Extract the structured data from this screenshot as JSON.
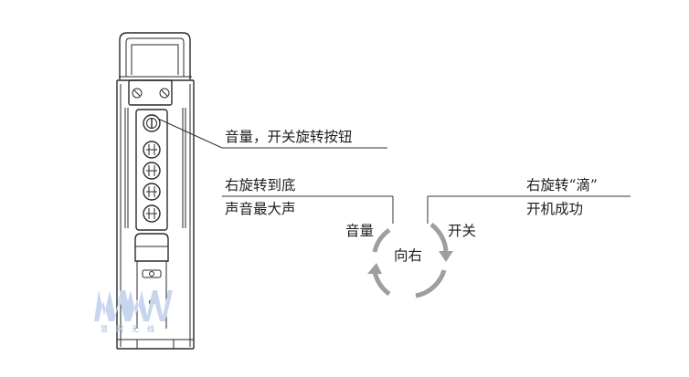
{
  "labels": {
    "knob": "音量，开关旋转按钮",
    "left_top": "右旋转到底",
    "left_bottom": "声音最大声",
    "right_top": "右旋转“滴”",
    "right_bottom": "开机成功",
    "volume": "音量",
    "power": "开关",
    "center": "向右"
  },
  "watermark": {
    "chars": [
      "慧",
      "网",
      "无",
      "线"
    ],
    "color": "#9fb6e0"
  },
  "colors": {
    "line": "#333333",
    "arrow": "#9e9e9e"
  },
  "icons": [
    "rotate-knob-icon",
    "circular-arrows-icon"
  ]
}
